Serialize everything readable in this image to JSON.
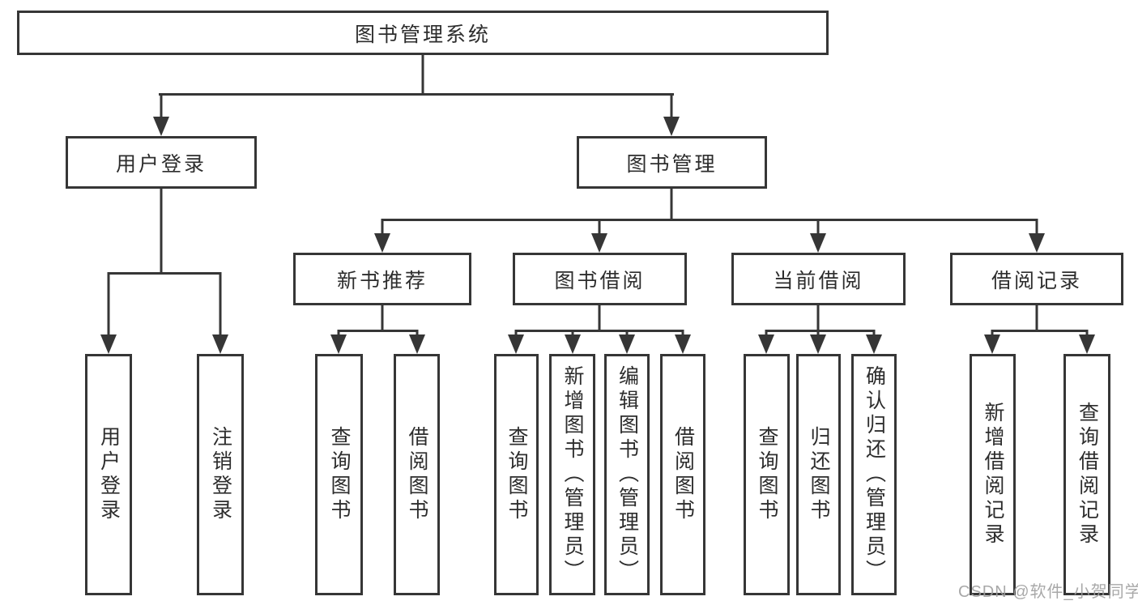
{
  "colors": {
    "line": "#363636",
    "box_border": "#363636",
    "text": "#2d2d2d",
    "background": "#ffffff",
    "watermark": "#9e9e9e"
  },
  "watermark": {
    "text": "CSDN @软件_小贺同学"
  },
  "tree": {
    "root": {
      "label": "图书管理系统"
    },
    "level2": [
      {
        "label": "用户登录"
      },
      {
        "label": "图书管理"
      }
    ],
    "level3": [
      {
        "label": "新书推荐"
      },
      {
        "label": "图书借阅"
      },
      {
        "label": "当前借阅"
      },
      {
        "label": "借阅记录"
      }
    ],
    "leaves": {
      "user_login": [
        {
          "label": "用户登录"
        },
        {
          "label": "注销登录"
        }
      ],
      "new_book": [
        {
          "label": "查询图书"
        },
        {
          "label": "借阅图书"
        }
      ],
      "book_borrow": [
        {
          "label": "查询图书"
        },
        {
          "label": "新增图书（管理员）"
        },
        {
          "label": "编辑图书（管理员）"
        },
        {
          "label": "借阅图书"
        }
      ],
      "current_borrow": [
        {
          "label": "查询图书"
        },
        {
          "label": "归还图书"
        },
        {
          "label": "确认归还（管理员）"
        }
      ],
      "borrow_record": [
        {
          "label": "新增借阅记录"
        },
        {
          "label": "查询借阅记录"
        }
      ]
    }
  }
}
